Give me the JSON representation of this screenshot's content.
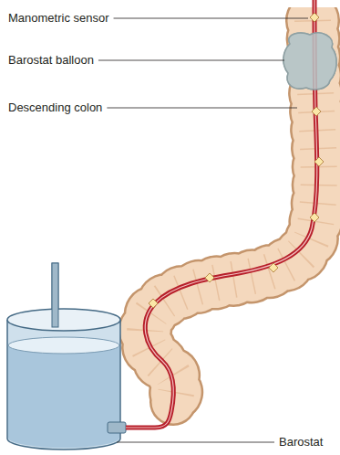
{
  "diagram": {
    "labels": [
      "Manometric sensor",
      "Barostat balloon",
      "Descending colon",
      "Barostat"
    ]
  }
}
